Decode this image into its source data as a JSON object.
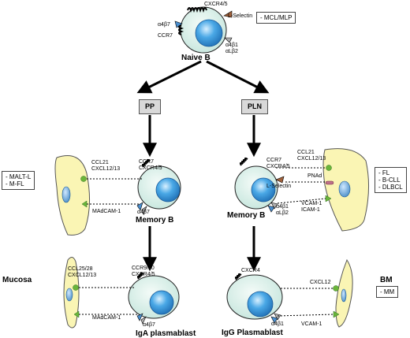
{
  "top": {
    "title": "Naive B",
    "receptors": {
      "cxcr": "CXCR4/5",
      "lsel": "L-Selectin",
      "a4b7": "α4β7",
      "ccr7": "CCR7",
      "a4b1_l2": "α4β1\nαLβ2"
    },
    "disease_box": "- MCL/MLP"
  },
  "paths": {
    "left": "PP",
    "right": "PLN"
  },
  "memory_left": {
    "title": "Memory B",
    "chemokines": "CCL21\nCXCL12/13",
    "receptors": "CCR7\nCXCR4/5",
    "integrin": "α4β7",
    "ligand": "MAdCAM-1",
    "disease_box": "- MALT-L\n- M-FL"
  },
  "memory_right": {
    "title": "Memory B",
    "receptors": "CCR7\nCXCR4/5",
    "lsel": "L-Selectin",
    "integrins": "α4β1\nαLβ2",
    "chemokines": "CCL21\nCXCL12/13",
    "pnad": "PNAd",
    "ligands": "VCAM-1\nICAM-1",
    "disease_box": "- FL\n- B-CLL\n- DLBCL"
  },
  "bottom_left": {
    "site": "Mucosa",
    "chemokines": "CCL25/28\nCXCL12/13",
    "receptors": "CCR9/10\nCXCR4/5",
    "integrin": "α4β7",
    "ligand": "MAdCAM-1",
    "title": "IgA plasmablast"
  },
  "bottom_right": {
    "site": "BM",
    "receptor": "CXCR4",
    "chemokine": "CXCL12",
    "integrin": "α4β1",
    "ligand": "VCAM-1",
    "title": "IgG Plasmablast",
    "disease_box": "- MM"
  },
  "colors": {
    "cell": "#d6f0ea",
    "nucleus": "#3a9bd9",
    "stroma": "#faf5b4",
    "stroma_nucleus": "#6fb0dc",
    "a4b7": "#4a8fd0",
    "lsel": "#a0603a",
    "a4b1": "#b0b0b0",
    "ligand": "#6ab53a",
    "chemokine": "#6ab53a",
    "pnad": "#c0708a"
  }
}
